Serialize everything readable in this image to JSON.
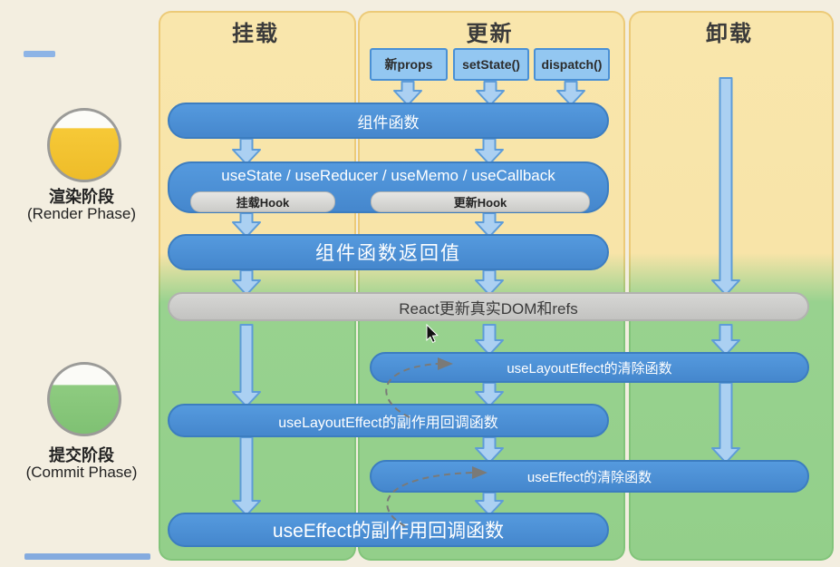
{
  "columns": [
    {
      "id": "mount",
      "header": "挂载"
    },
    {
      "id": "update",
      "header": "更新"
    },
    {
      "id": "unmount",
      "header": "卸载"
    }
  ],
  "sidebar": {
    "render_phase": {
      "label_zh": "渲染阶段",
      "label_en": "(Render Phase)"
    },
    "commit_phase": {
      "label_zh": "提交阶段",
      "label_en": "(Commit Phase)"
    }
  },
  "triggers": [
    {
      "label": "新props"
    },
    {
      "label": "setState()"
    },
    {
      "label": "dispatch()"
    }
  ],
  "nodes": {
    "component_fn": "组件函数",
    "hooks_bar": "useState / useReducer / useMemo / useCallback",
    "mount_hook": "挂载Hook",
    "update_hook": "更新Hook",
    "return_value": "组件函数返回值",
    "react_dom": "React更新真实DOM和refs",
    "layout_effect_cleanup": "useLayoutEffect的清除函数",
    "layout_effect_callback": "useLayoutEffect的副作用回调函数",
    "effect_cleanup": "useEffect的清除函数",
    "effect_callback": "useEffect的副作用回调函数"
  },
  "colors": {
    "phase_yellow": "#f6c937",
    "phase_green": "#8ecb80",
    "panel_yellow": "#f8e4a8",
    "panel_green": "#96d18d",
    "bar_blue": "#4a8fd4",
    "arrow_blue": "#abd0f2",
    "neutral_gray": "#c9c9c7",
    "background_cream": "#f3eee0"
  }
}
